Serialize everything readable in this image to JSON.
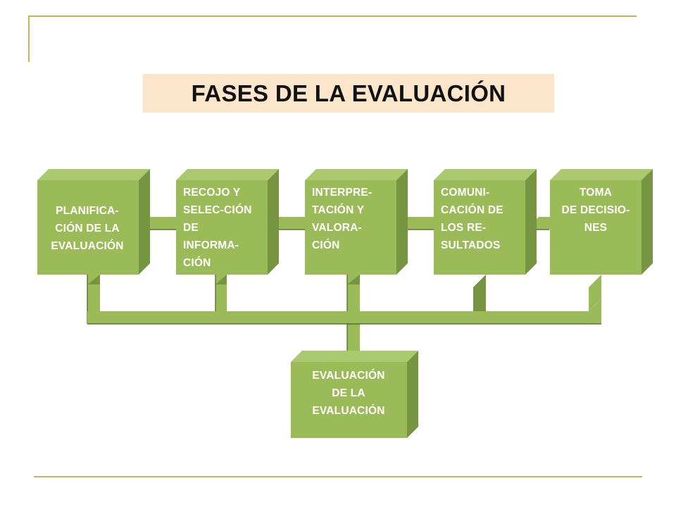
{
  "title": "FASES DE LA EVALUACIÓN",
  "colors": {
    "box_front": "#9bbb59",
    "box_top": "#abc96e",
    "box_side": "#779440",
    "connector": "#9bbb59",
    "connector_edge": "#4b5f2a",
    "title_bg": "#fbe6cc",
    "frame": "#c9b25a"
  },
  "phases": [
    {
      "id": "planificacion",
      "lines": [
        "PLANIFICA-",
        "CIÓN DE LA",
        "EVALUACIÓN"
      ]
    },
    {
      "id": "recojo",
      "lines": [
        "RECOJO Y",
        "SELEC-CIÓN",
        "DE",
        "INFORMA-",
        "CIÓN"
      ]
    },
    {
      "id": "interpretacion",
      "lines": [
        "INTERPRE-",
        "TACIÓN Y",
        "VALORA-",
        "CIÓN"
      ]
    },
    {
      "id": "comunicacion",
      "lines": [
        "COMUNI-",
        "CACIÓN DE",
        "LOS RE-",
        "SULTADOS"
      ]
    },
    {
      "id": "decisiones",
      "lines": [
        "TOMA",
        "DE DECISIO-",
        "NES"
      ]
    }
  ],
  "meta_phase": {
    "id": "evaluacion-de-la-evaluacion",
    "lines": [
      "EVALUACIÓN",
      "DE LA",
      "EVALUACIÓN"
    ]
  }
}
